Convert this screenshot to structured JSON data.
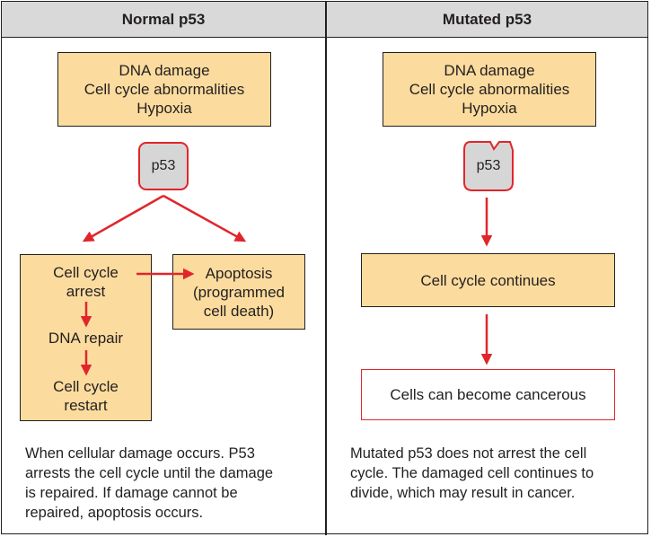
{
  "normal": {
    "title": "Normal p53",
    "triggers": "DNA damage\nCell cycle abnormalities\nHypoxia",
    "p53_label": "p53",
    "arrest": "Cell cycle\narrest",
    "repair": "DNA repair",
    "restart": "Cell cycle\nrestart",
    "apoptosis": "Apoptosis\n(programmed\ncell death)",
    "caption": "When cellular damage occurs. P53\narrests the cell cycle until the damage\nis repaired. If damage cannot be\nrepaired, apoptosis occurs."
  },
  "mutated": {
    "title": "Mutated p53",
    "triggers": "DNA damage\nCell cycle abnormalities\nHypoxia",
    "p53_label": "p53",
    "continues": "Cell cycle continues",
    "cancer": "Cells can become cancerous",
    "caption": "Mutated p53 does not arrest the cell\ncycle. The damaged cell continues to\ndivide, which may result in cancer."
  },
  "colors": {
    "box_fill": "#fcdc9e",
    "arrow_red": "#e0262b",
    "header_gray": "#d9d9d9",
    "p53_gray": "#d6d6d6"
  }
}
